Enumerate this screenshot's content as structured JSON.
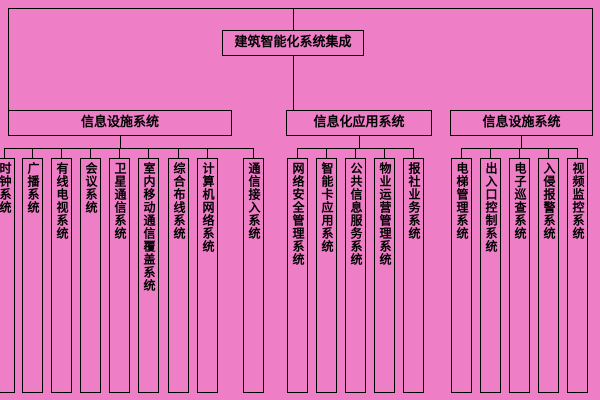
{
  "title": "建筑智能化系统集成",
  "branches": [
    {
      "label": "信息设施系统",
      "children": [
        "时钟系统",
        "广播系统",
        "有线电视系统",
        "会议系统",
        "卫星通信系统",
        "室内移动通信覆盖系统",
        "综合布线系统",
        "计算机网络系统",
        "通信接入系统"
      ]
    },
    {
      "label": "信息化应用系统",
      "children": [
        "网络安全管理系统",
        "智能卡应用系统",
        "公共信息服务系统",
        "物业运营管理系统",
        "报社业务系统"
      ]
    },
    {
      "label": "信息设施系统",
      "children": [
        "电梯管理系统",
        "出入口控制系统",
        "电子巡查系统",
        "入侵报警系统",
        "视频监控系统"
      ]
    }
  ],
  "colors": {
    "background": "#ee7ec6",
    "line": "#000000",
    "text": "#000000"
  }
}
